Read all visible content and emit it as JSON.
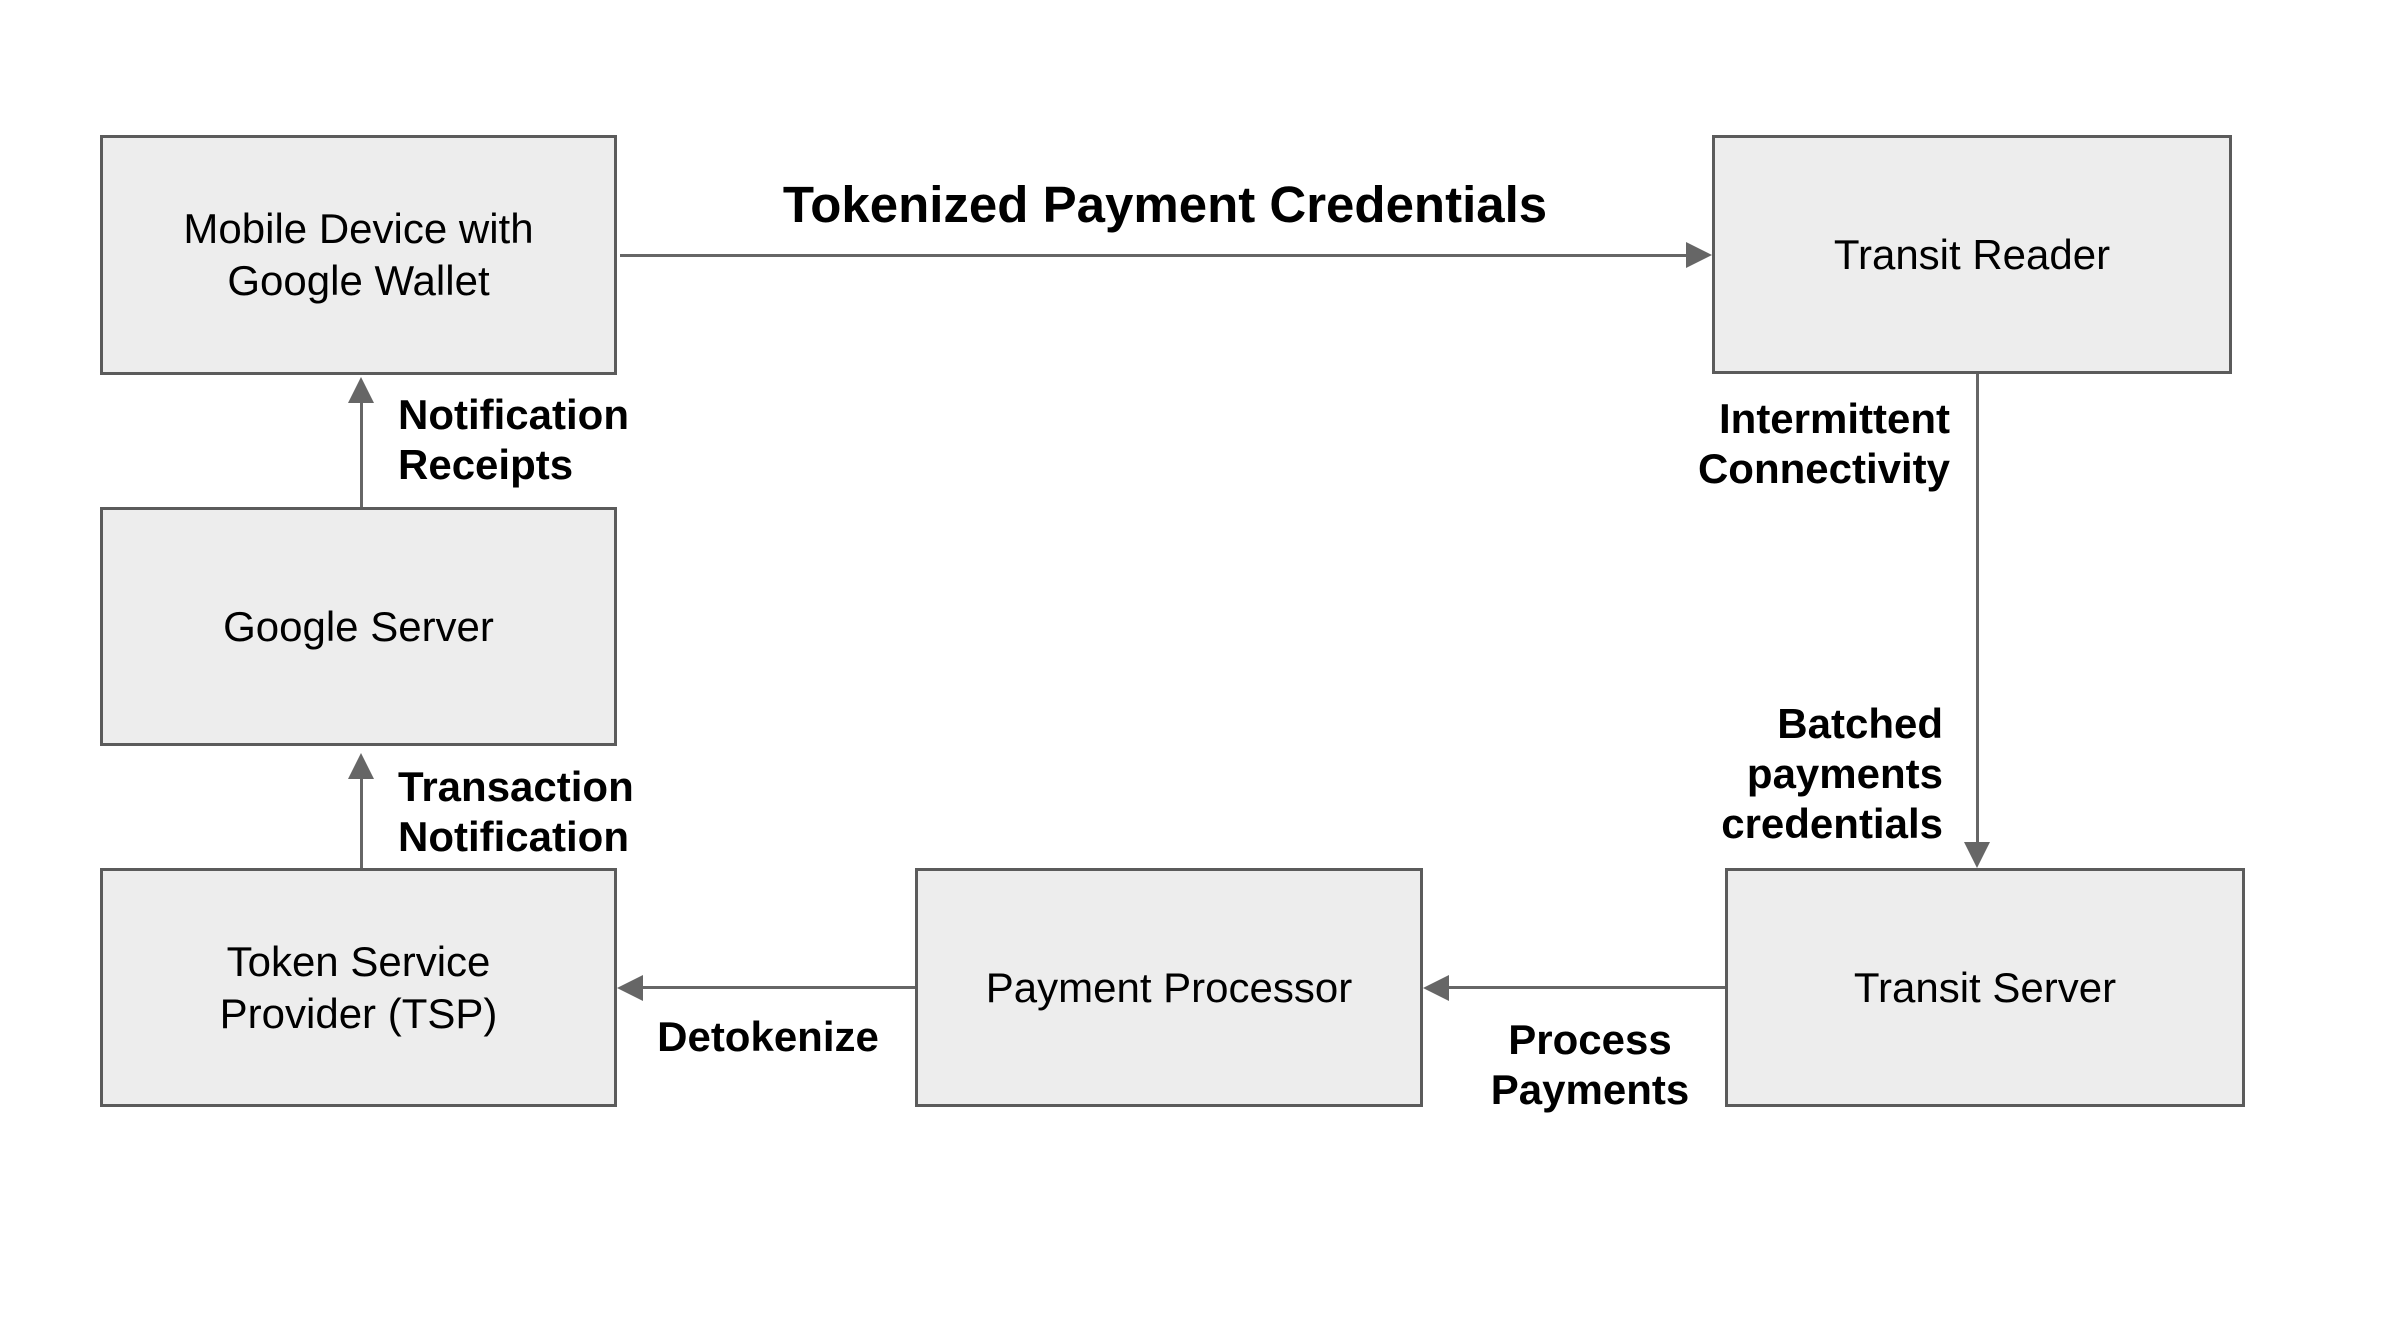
{
  "diagram": {
    "background_color": "#ffffff",
    "node_fill_color": "#ededed",
    "node_border_color": "#5b5b5b",
    "arrow_color": "#666666",
    "text_color": "#000000",
    "nodes": {
      "mobile": {
        "label": "Mobile Device with\nGoogle Wallet"
      },
      "transit_reader": {
        "label": "Transit Reader"
      },
      "google_server": {
        "label": "Google Server"
      },
      "tsp": {
        "label": "Token Service\nProvider (TSP)"
      },
      "payment_processor": {
        "label": "Payment Processor"
      },
      "transit_server": {
        "label": "Transit Server"
      }
    },
    "edges": {
      "tokenized": {
        "label": "Tokenized Payment Credentials",
        "from": "mobile",
        "to": "transit_reader",
        "direction": "right"
      },
      "notification_receipts": {
        "label": "Notification\nReceipts",
        "from": "google_server",
        "to": "mobile",
        "direction": "up"
      },
      "transaction_notification": {
        "label": "Transaction\nNotification",
        "from": "tsp",
        "to": "google_server",
        "direction": "up"
      },
      "reader_to_server": {
        "label_top": "Intermittent\nConnectivity",
        "label_bottom": "Batched\npayments\ncredentials",
        "from": "transit_reader",
        "to": "transit_server",
        "direction": "down"
      },
      "process_payments": {
        "label": "Process\nPayments",
        "from": "transit_server",
        "to": "payment_processor",
        "direction": "left"
      },
      "detokenize": {
        "label": "Detokenize",
        "from": "payment_processor",
        "to": "tsp",
        "direction": "left"
      }
    }
  }
}
